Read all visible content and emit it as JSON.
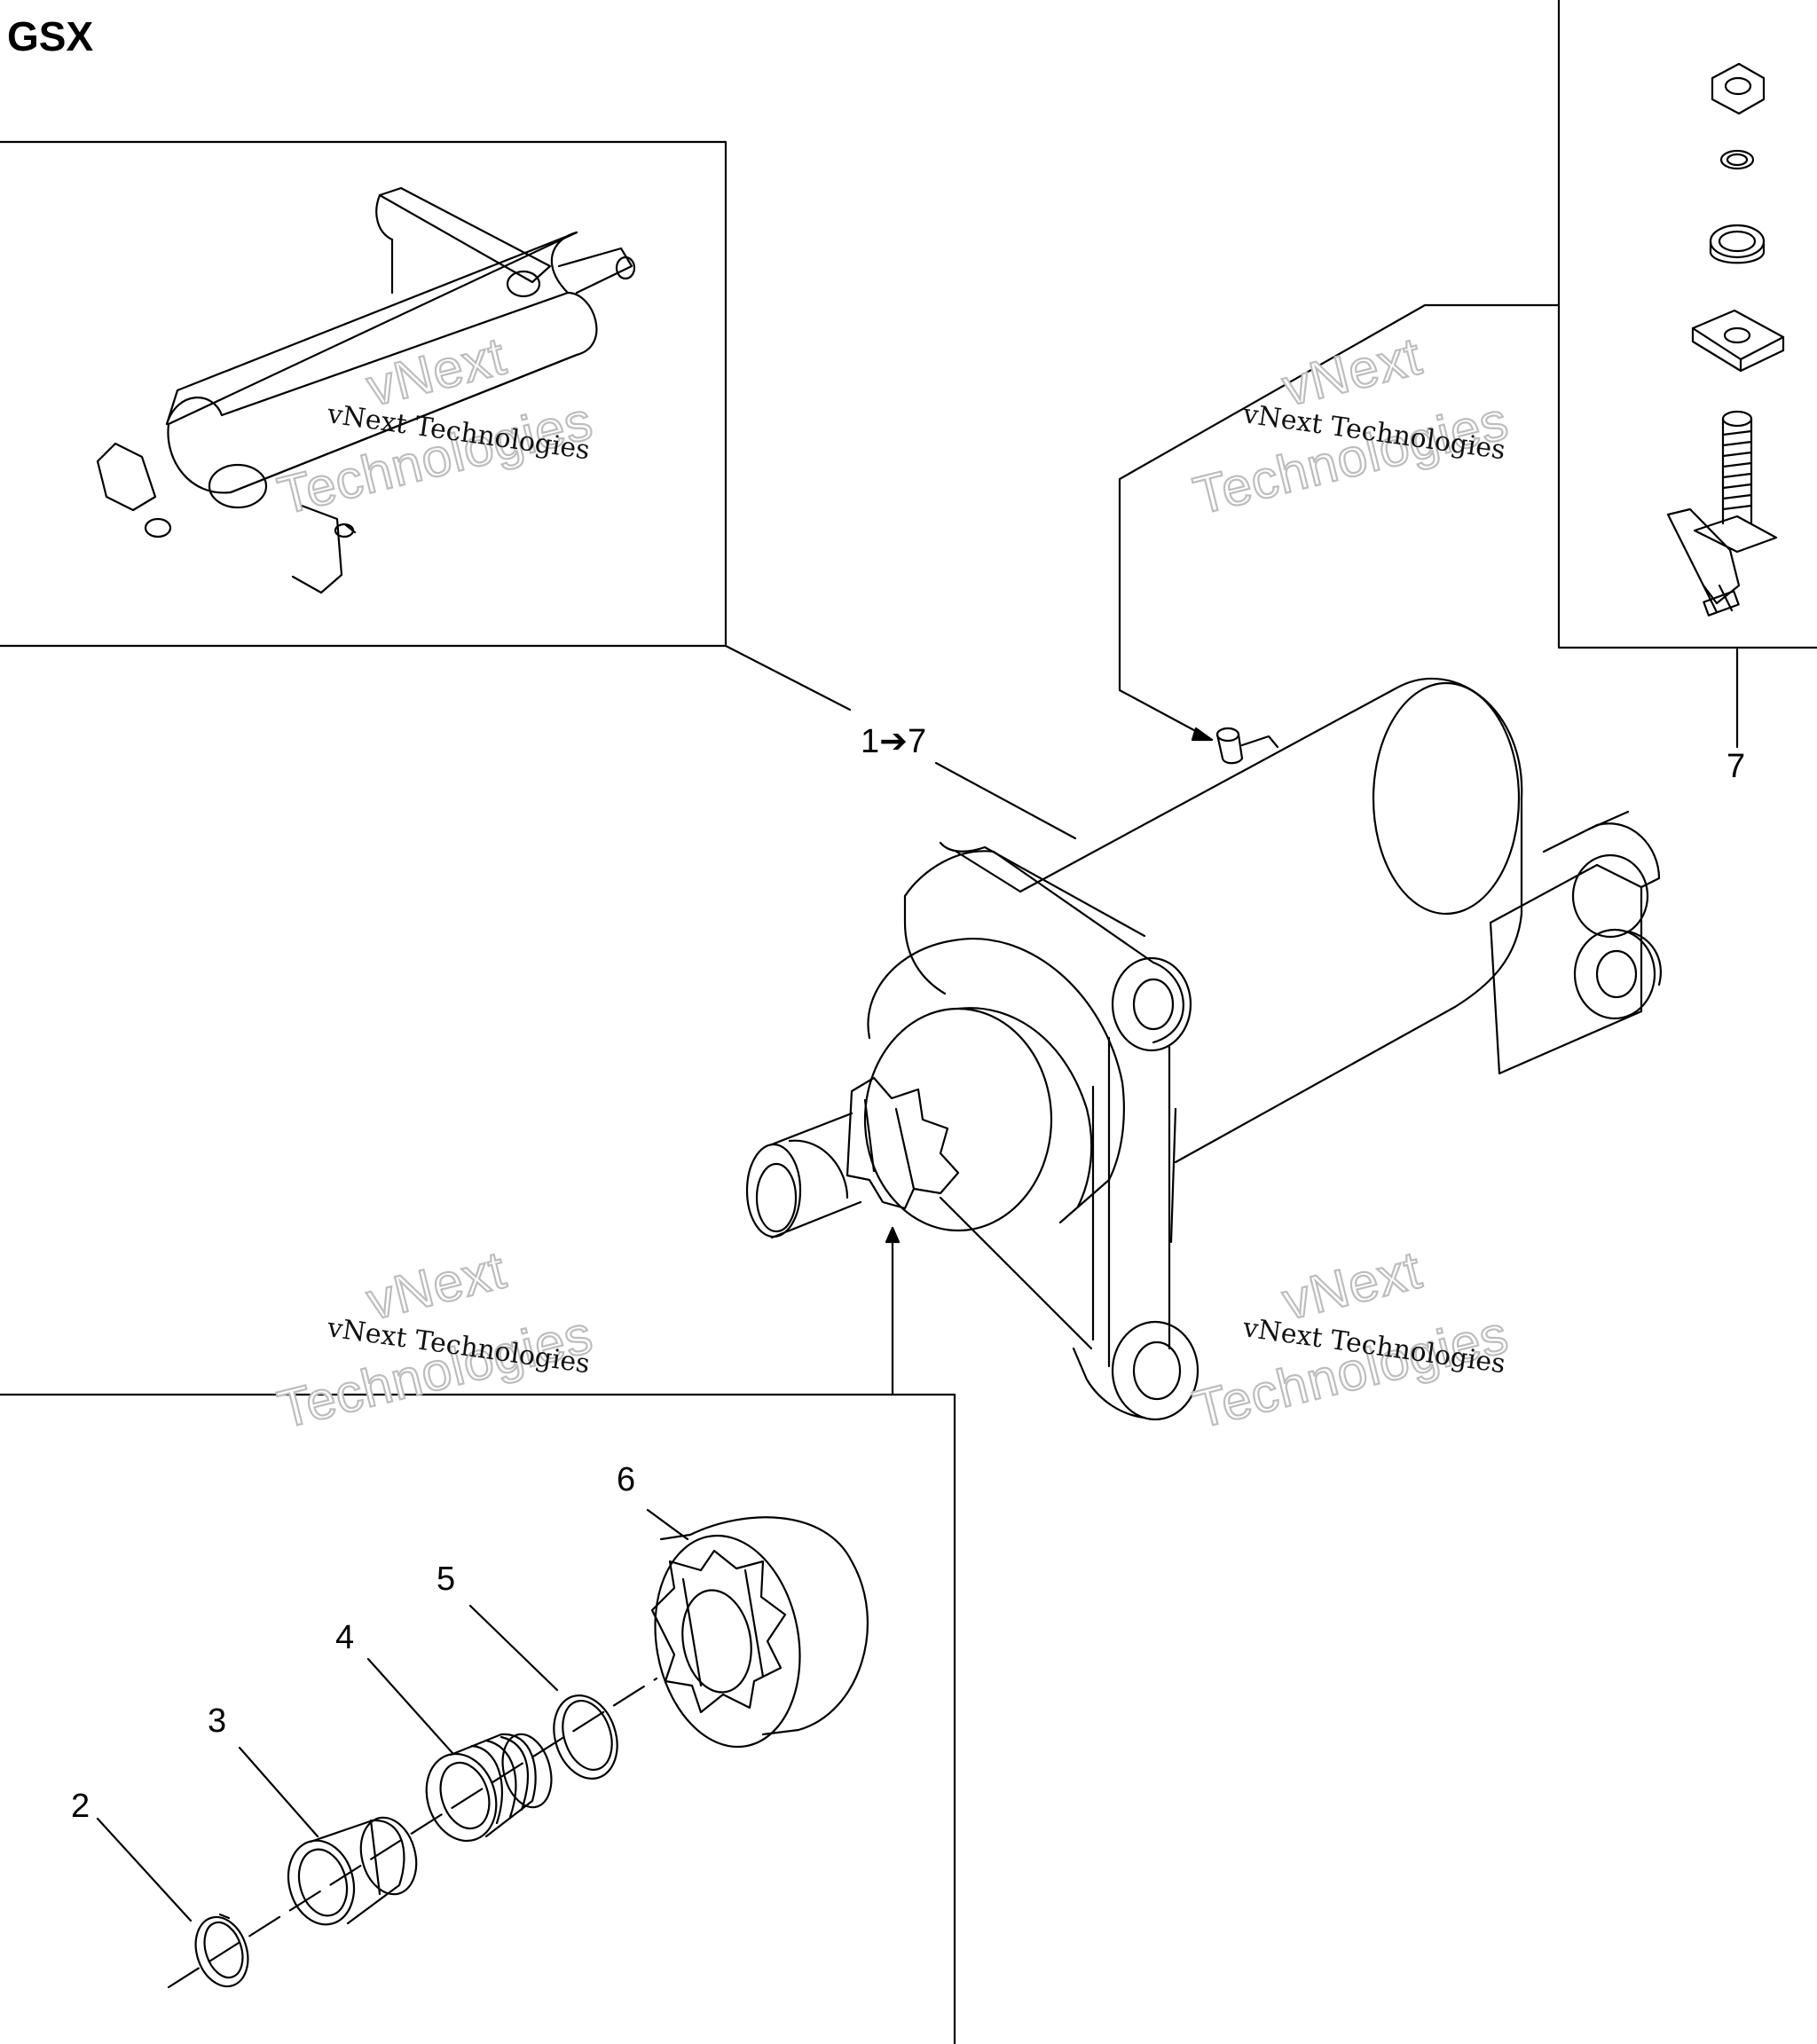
{
  "title": "GSX",
  "callouts": {
    "assembly": "1➔7",
    "c2": "2",
    "c3": "3",
    "c4": "4",
    "c5": "5",
    "c6": "6",
    "c7": "7"
  },
  "watermark": {
    "line_small": "vNext Technologies",
    "line_big_1": "vNext",
    "line_big_2": "Technologies"
  }
}
